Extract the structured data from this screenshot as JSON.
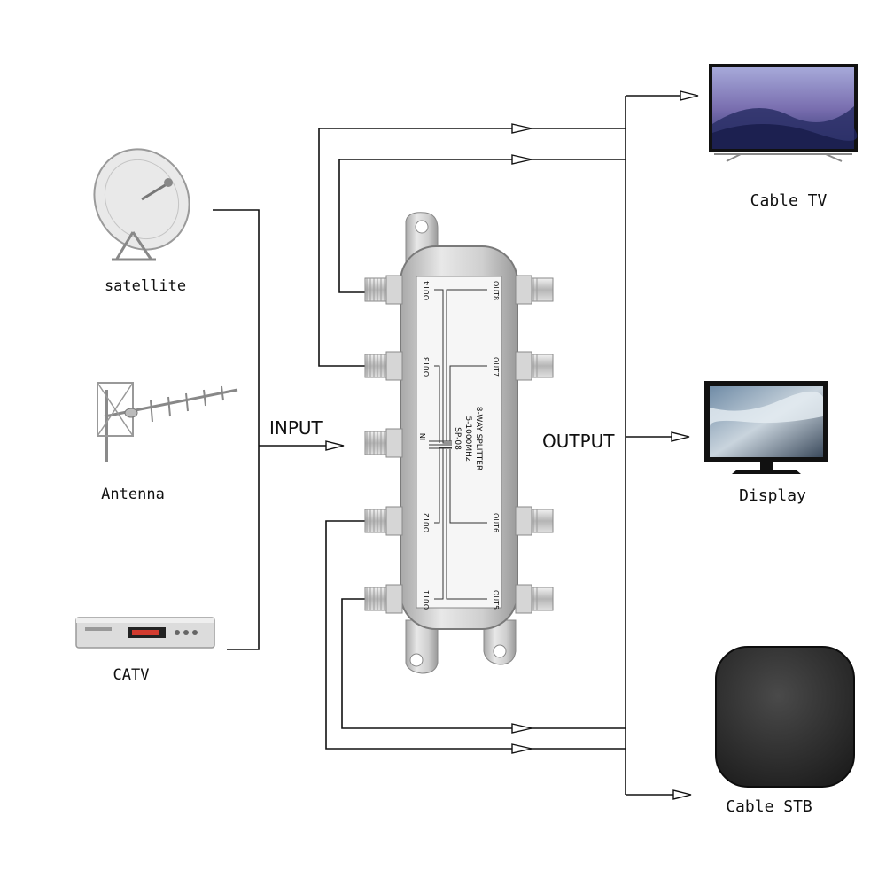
{
  "sources": [
    {
      "label": "satellite",
      "icon": "satellite-dish-icon"
    },
    {
      "label": "Antenna",
      "icon": "yagi-antenna-icon"
    },
    {
      "label": "CATV",
      "icon": "catv-receiver-icon"
    }
  ],
  "destinations": [
    {
      "label": "Cable TV",
      "icon": "tv-icon"
    },
    {
      "label": "Display",
      "icon": "monitor-icon"
    },
    {
      "label": "Cable STB",
      "icon": "set-top-box-icon"
    }
  ],
  "input_label": "INPUT",
  "output_label": "OUTPUT",
  "splitter": {
    "model": "SP-08",
    "freq": "5-1000MHz",
    "type": "8-WAY SPLITTER",
    "in_label": "IN",
    "ports_left": [
      "OUT4",
      "OUT3",
      "OUT2",
      "OUT1"
    ],
    "ports_right": [
      "OUT8",
      "OUT7",
      "OUT6",
      "OUT5"
    ]
  },
  "colors": {
    "line": "#111111",
    "metal": "#c9c9c9",
    "metal_dark": "#8d8d8d",
    "box": "#2b2b2b"
  }
}
